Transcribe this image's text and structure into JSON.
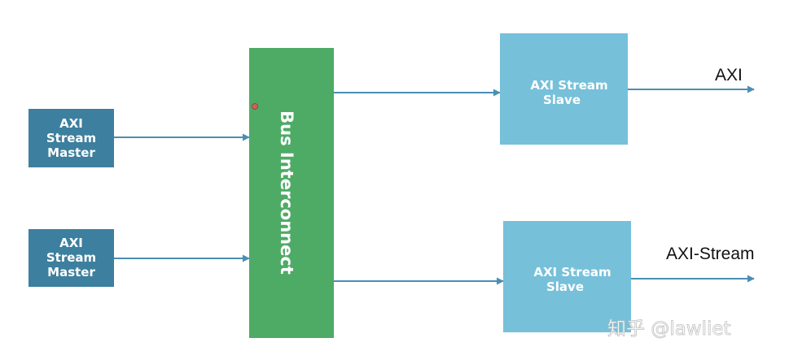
{
  "colors": {
    "master_fill": "#3d7f9e",
    "interconnect_fill": "#4eab66",
    "slave_fill": "#76c0da",
    "arrow": "#4a8fb3",
    "marker_dot": "#d0605a"
  },
  "masters": [
    {
      "line1": "AXI",
      "line2": "Stream",
      "line3": "Master"
    },
    {
      "line1": "AXI",
      "line2": "Stream",
      "line3": "Master"
    }
  ],
  "interconnect": {
    "label": "Bus Interconnect"
  },
  "slaves": [
    {
      "line1": "AXI Stream",
      "line2": "Slave"
    },
    {
      "line1": "AXI Stream",
      "line2": "Slave"
    }
  ],
  "outputs": [
    {
      "label": "AXI"
    },
    {
      "label": "AXI-Stream"
    }
  ],
  "watermark": {
    "text": "知乎 @lawliet"
  }
}
